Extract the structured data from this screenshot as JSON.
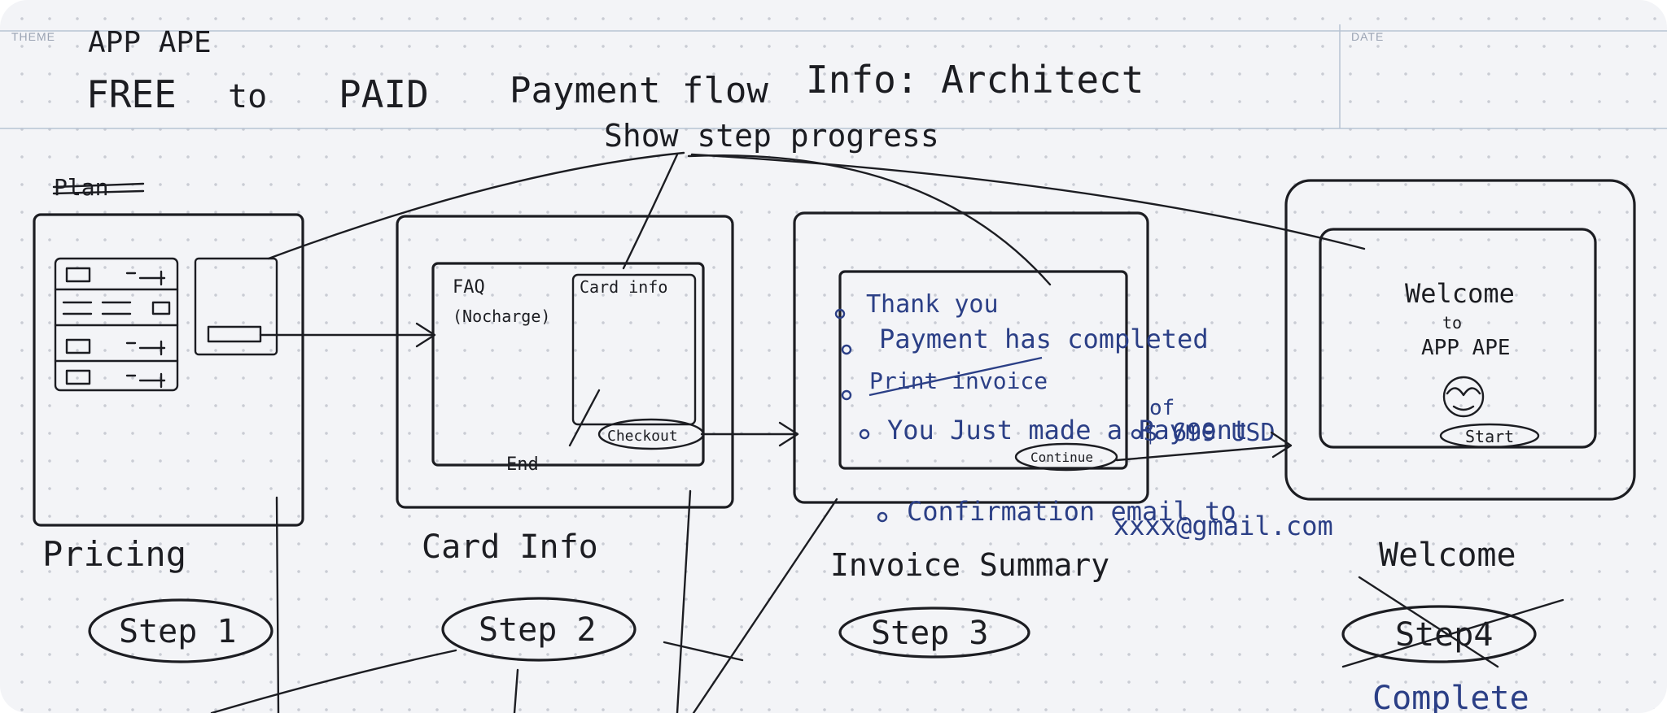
{
  "header": {
    "theme_label": "THEME",
    "date_label": "DATE",
    "app_name": "APP APE",
    "title_words": [
      "FREE",
      "to",
      "PAID",
      "Payment flow",
      "Info: Architect"
    ]
  },
  "annotation": {
    "show_step_progress": "Show step progress"
  },
  "crossed_word": "Plan",
  "screens": {
    "pricing": {
      "label": "Pricing",
      "step": "Step 1"
    },
    "card_info": {
      "label": "Card Info",
      "step": "Step 2",
      "faq_line1": "FAQ",
      "faq_line2": "(Nocharge)",
      "card_info_panel": "Card info",
      "checkout_button": "Checkout",
      "end_label": "End"
    },
    "invoice": {
      "label": "Invoice Summary",
      "step": "Step 3",
      "lines": [
        "Thank you",
        "Payment has completed",
        "Print invoice",
        "You Just made a Payment",
        "of",
        "$ 699 USD",
        "Confirmation email to",
        "xxxx@gmail.com"
      ],
      "continue_button": "Continue"
    },
    "welcome": {
      "label": "Welcome",
      "step": "Step4",
      "complete": "Complete",
      "heading": "Welcome",
      "to": "to",
      "app": "APP APE",
      "start_button": "Start"
    }
  }
}
